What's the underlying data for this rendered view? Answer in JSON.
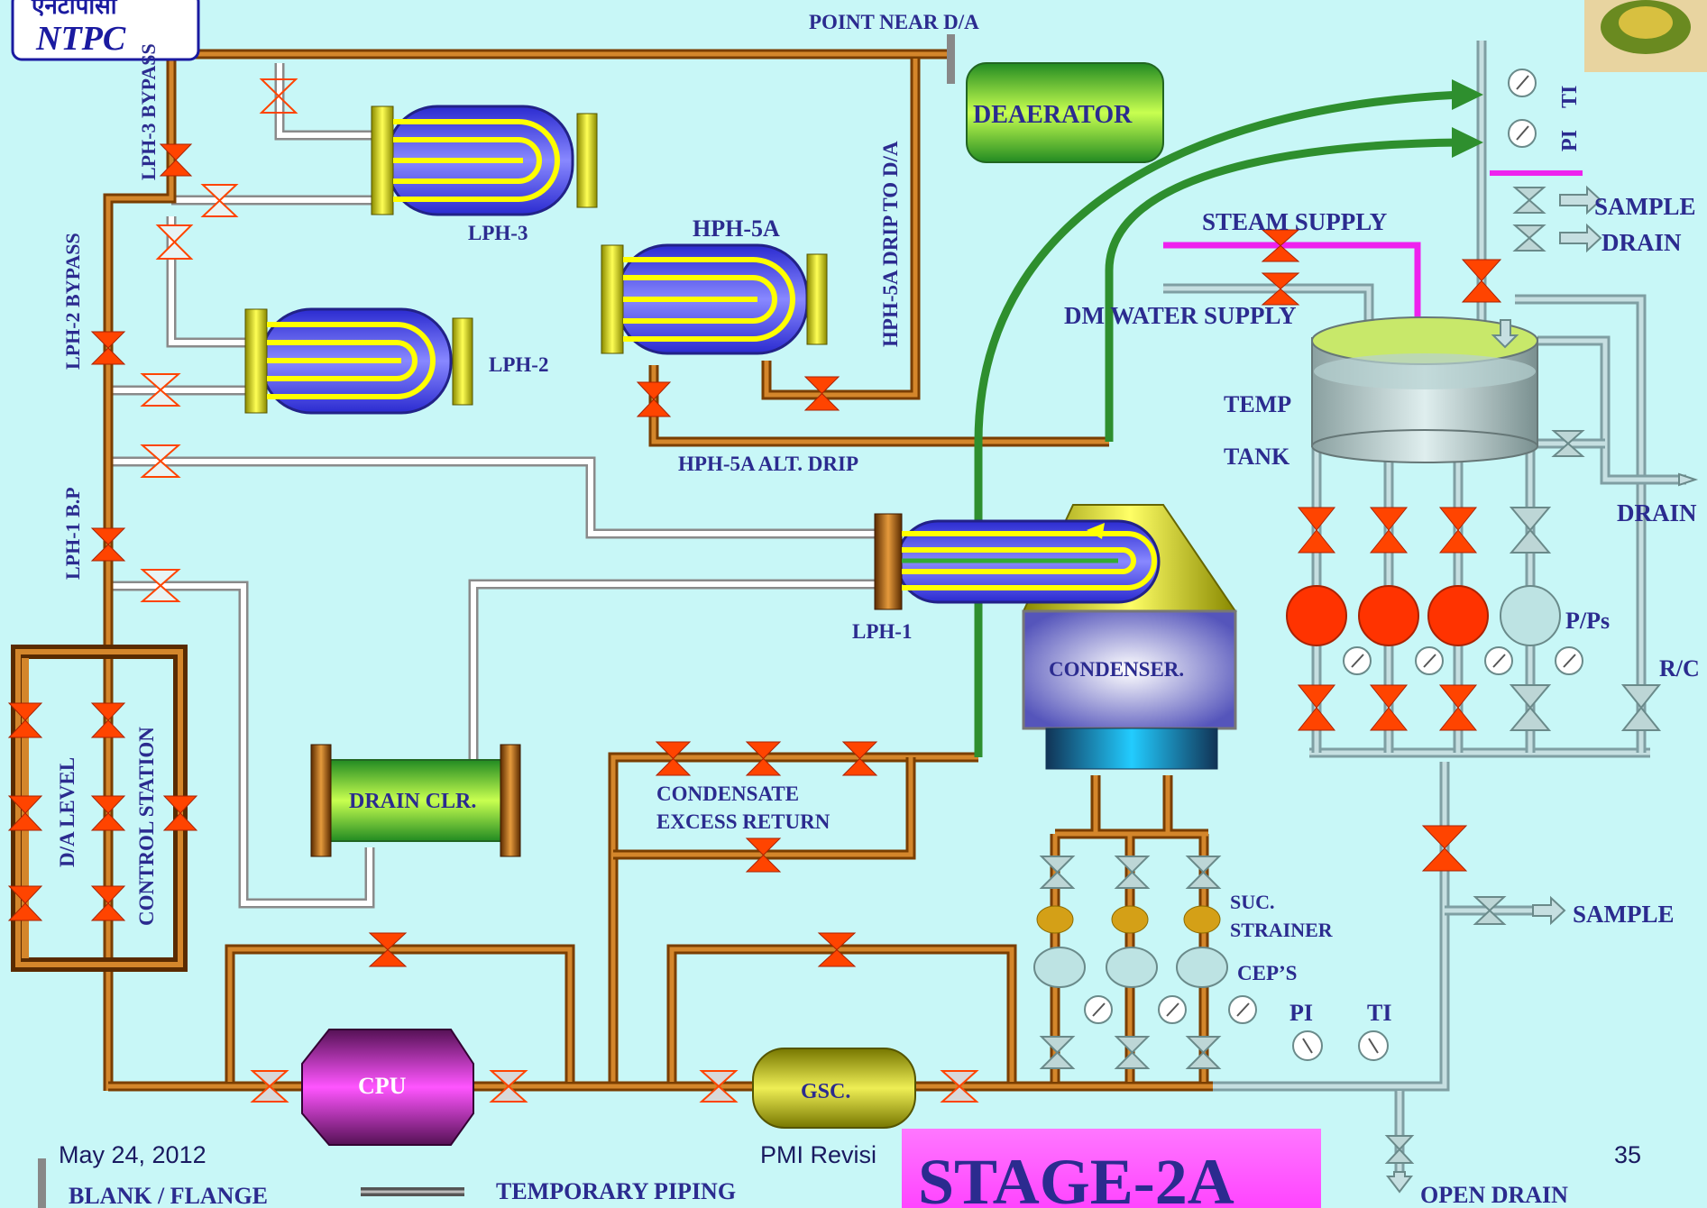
{
  "logo": {
    "hindi": "एनटीपीसी",
    "text": "NTPC"
  },
  "labels": {
    "point_near_da": "POINT NEAR D/A",
    "deaerator": "DEAERATOR",
    "lph3": "LPH-3",
    "lph2": "LPH-2",
    "lph1": "LPH-1",
    "hph5a": "HPH-5A",
    "hph5a_drip": "HPH-5A DRIP TO D/A",
    "hph5a_alt": "HPH-5A ALT.  DRIP",
    "lph3_bypass": "LPH-3 BYPASS",
    "lph2_bypass": "LPH-2 BYPASS",
    "lph1_bp": "LPH-1 B.P",
    "da_level": "D/A LEVEL",
    "control_station": "CONTROL STATION",
    "drain_clr": "DRAIN CLR.",
    "condensate_1": "CONDENSATE",
    "condensate_2": "EXCESS RETURN",
    "condenser": "CONDENSER.",
    "cpu": "CPU",
    "gsc": "GSC.",
    "steam_supply": "STEAM SUPPLY",
    "dm_water": "DM WATER SUPPLY",
    "temp": "TEMP",
    "tank": "TANK",
    "pi_top": "PI",
    "ti_top": "TI",
    "sample_top": "SAMPLE",
    "drain_top": "DRAIN",
    "drain_right": "DRAIN",
    "pps": "P/Ps",
    "rc": "R/C",
    "suc_1": "SUC.",
    "suc_2": "STRAINER",
    "ceps": "CEP’S",
    "pi_bottom": "PI",
    "ti_bottom": "TI",
    "sample_bottom": "SAMPLE",
    "open_drain": "OPEN DRAIN",
    "blank_flange": "BLANK / FLANGE",
    "temporary_piping": "TEMPORARY PIPING",
    "stage": "STAGE-2A"
  },
  "footer": {
    "date": "May 24, 2012",
    "title": "PMI Revisi",
    "page": "35"
  },
  "colors": {
    "background": "#c8f7f7",
    "pipe_orange": "#d4862b",
    "valve_red": "#ff4400",
    "highlight_green": "#2e8f2e",
    "steam_magenta": "#ee22ee",
    "stage_box": "#ff66ff"
  },
  "icons": [
    "globe-logo-icon",
    "valve-icon",
    "gauge-icon",
    "pump-icon",
    "flow-arrow-icon"
  ]
}
